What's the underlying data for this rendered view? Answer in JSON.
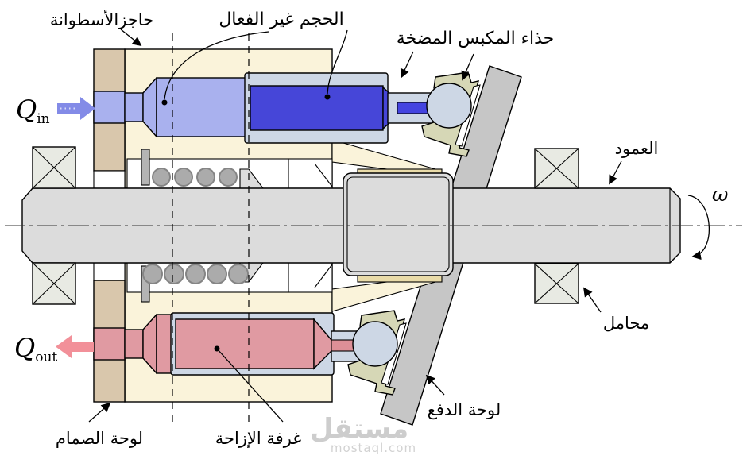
{
  "diagram": {
    "title_semantic": "axial-piston-pump-cross-section",
    "labels": {
      "cylinder_barrier": "حاجزالأسطوانة",
      "inactive_volume": "الحجم غير الفعال",
      "piston_shoe": "حذاء المكبس المضخة",
      "shaft": "العمود",
      "bearings": "محامل",
      "thrust_plate": "لوحة الدفع",
      "displacement_chamber": "غرفة الإزاحة",
      "valve_plate": "لوحة الصمام"
    },
    "flow": {
      "q_symbol": "Q",
      "q_in_sub": "in",
      "q_out_sub": "out",
      "omega": "ω"
    },
    "watermark": {
      "name": "مستقل",
      "site": "mostaql.com"
    },
    "colors": {
      "housing_cream": "#faf3da",
      "valve_plate_tan": "#d9c7ac",
      "collar_tan": "#e9dba8",
      "inlet_port_blue": "#a9b1ee",
      "inactive_volume_blue": "#4646d8",
      "channel_blue": "#4444e0",
      "outlet_port_pink": "#e09aa2",
      "channel_pink": "#dd8f97",
      "piston_gray": "#cdd7e5",
      "shoe_olive": "#d6d7b6",
      "plate_gray": "#c6c6c6",
      "shaft_gray": "#dcdcdc",
      "bearing_gray": "#e8eae3",
      "spring_gray": "#ababab",
      "qin_arrow": "#838be7",
      "qout_arrow": "#f29099"
    }
  }
}
